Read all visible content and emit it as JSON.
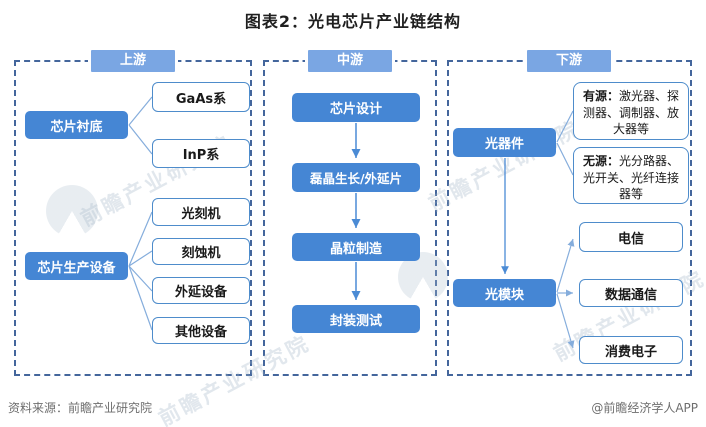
{
  "title": "图表2：光电芯片产业链结构",
  "watermark": {
    "text": "前瞻产业研究院"
  },
  "columns": {
    "upstream": {
      "label": "上游",
      "groups": [
        {
          "parent": "芯片衬底",
          "children": [
            "GaAs系",
            "InP系"
          ]
        },
        {
          "parent": "芯片生产设备",
          "children": [
            "光刻机",
            "刻蚀机",
            "外延设备",
            "其他设备"
          ]
        }
      ]
    },
    "midstream": {
      "label": "中游",
      "steps": [
        "芯片设计",
        "磊晶生长/外延片",
        "晶粒制造",
        "封装测试"
      ]
    },
    "downstream": {
      "label": "下游",
      "device_group": {
        "parent": "光器件",
        "notes": [
          {
            "prefix": "有源：",
            "text": "激光器、探测器、调制器、放大器等"
          },
          {
            "prefix": "无源：",
            "text": "光分路器、光开关、光纤连接器等"
          }
        ]
      },
      "module_group": {
        "parent": "光模块",
        "children": [
          "电信",
          "数据通信",
          "消费电子"
        ]
      }
    }
  },
  "footer": {
    "source": "资料来源：前瞻产业研究院",
    "credit": "@前瞻经济学人APP"
  },
  "colors": {
    "solid_box": "#4586D4",
    "header_pill": "#7AA6E3",
    "outline_border": "#4E8CCB",
    "dashed_border": "#44669C",
    "connector": "#85ADDC",
    "arrow": "#4B8BD5"
  }
}
